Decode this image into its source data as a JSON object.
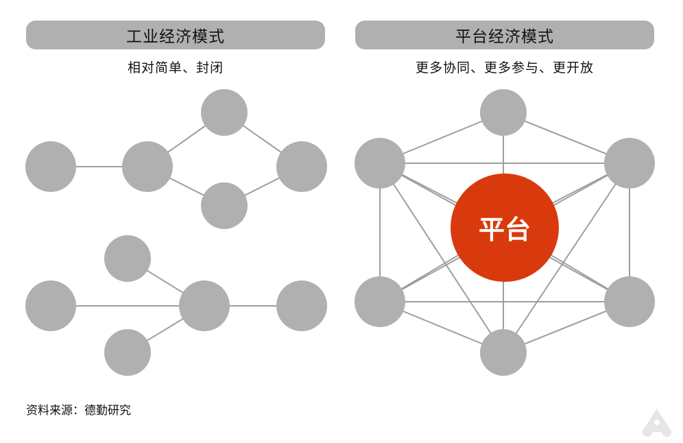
{
  "left_panel": {
    "title": "工业经济模式",
    "subtitle": "相对简单、封闭"
  },
  "right_panel": {
    "title": "平台经济模式",
    "subtitle": "更多协同、更多参与、更开放",
    "hub_label": "平台"
  },
  "source": "资料来源：德勤研究",
  "colors": {
    "pill": "#b0b0b0",
    "node": "#b0b0b0",
    "edge": "#9e9e9e",
    "hub": "#d93a0d",
    "hub_text": "#ffffff"
  },
  "icons": [
    "watermark-logo-icon"
  ]
}
